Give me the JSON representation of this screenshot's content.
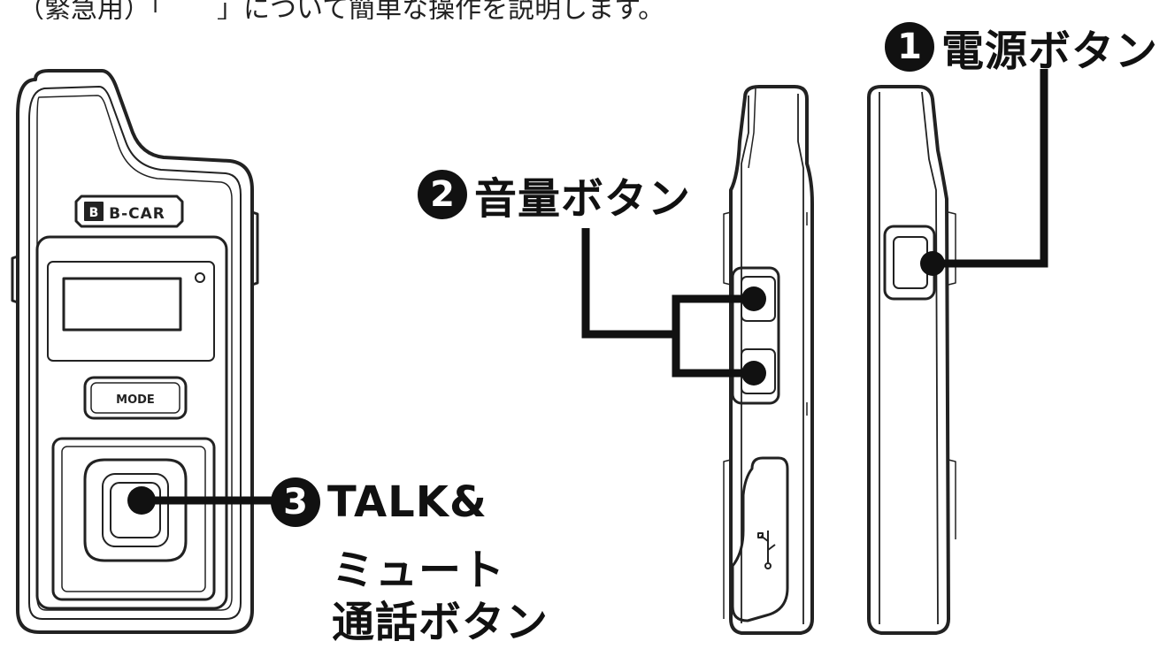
{
  "caption_fragment": "（緊急用）「　　」について簡単な操作を説明します。",
  "device": {
    "brand_text": "B-CAR",
    "brand_badge": "B",
    "mode_label": "MODE"
  },
  "callouts": [
    {
      "number": "1",
      "text": "電源ボタン"
    },
    {
      "number": "2",
      "text": "音量ボタン"
    },
    {
      "number": "3",
      "lines": [
        "TALK&",
        "ミュート",
        "通話ボタン"
      ]
    }
  ],
  "colors": {
    "line": "#111111",
    "background": "#ffffff"
  },
  "icons": [
    "usb-icon"
  ]
}
